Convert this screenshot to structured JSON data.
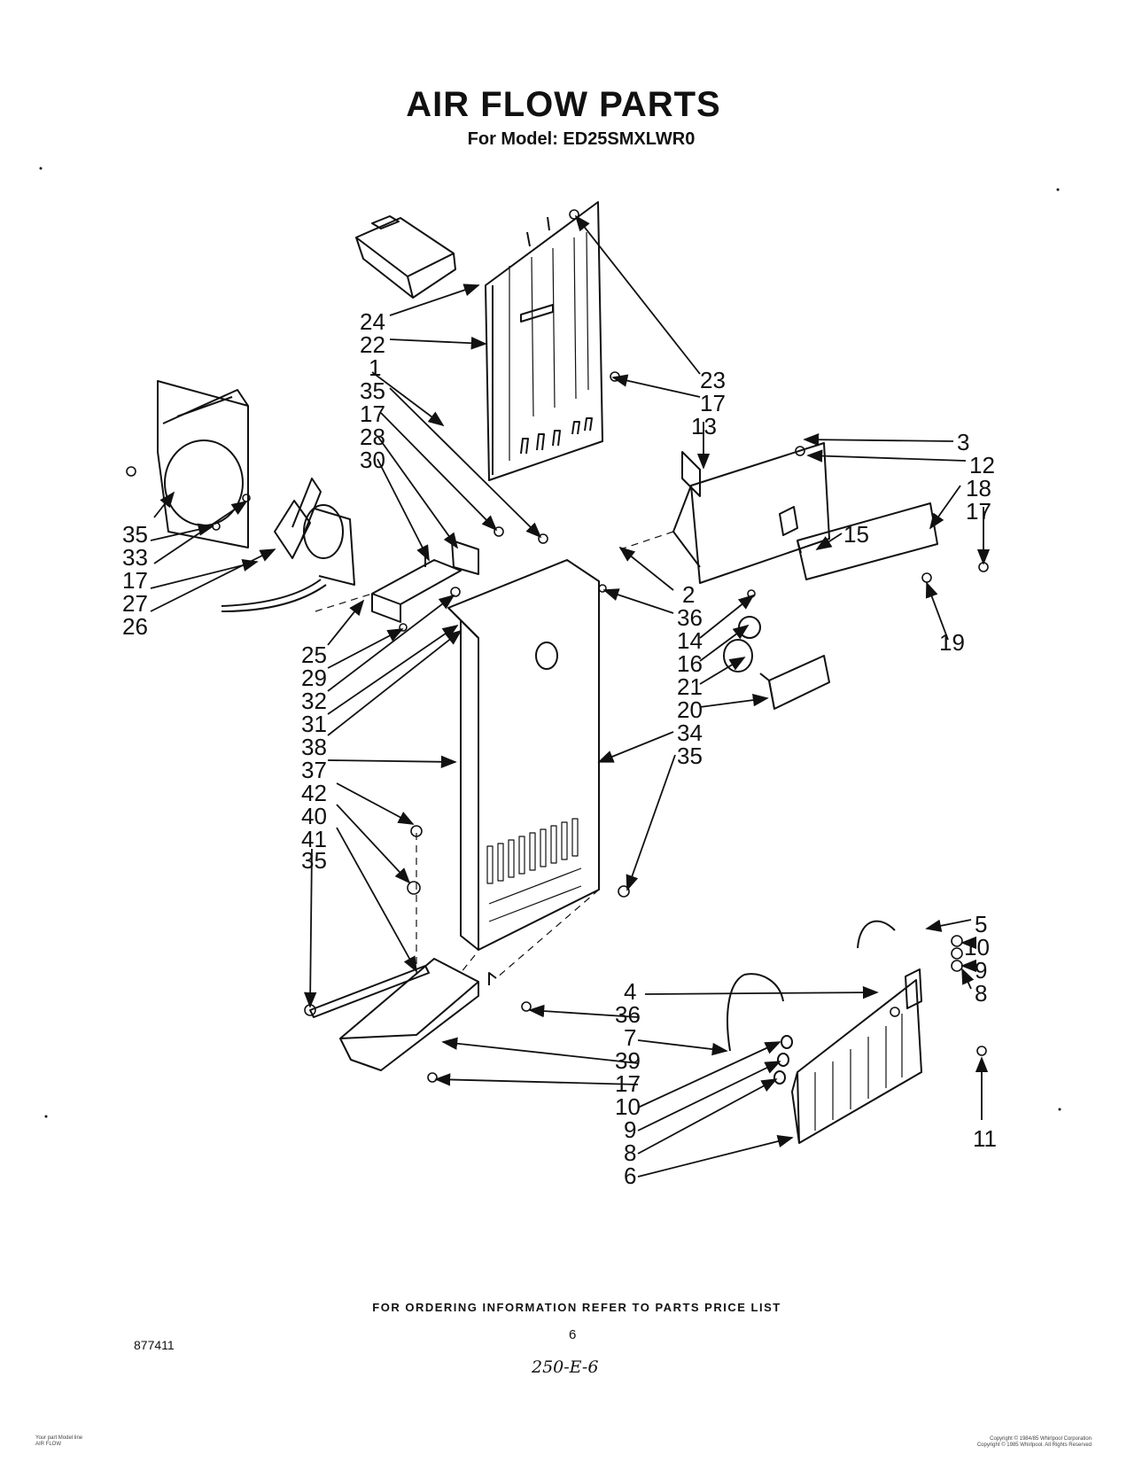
{
  "header": {
    "title": "AIR FLOW PARTS",
    "subtitle": "For Model: ED25SMXLWR0"
  },
  "callouts": {
    "c24": "24",
    "c22": "22",
    "c1": "1",
    "c35a": "35",
    "c17a": "17",
    "c28": "28",
    "c30": "30",
    "c35b": "35",
    "c33": "33",
    "c17b": "17",
    "c27": "27",
    "c26": "26",
    "c25": "25",
    "c29": "29",
    "c32": "32",
    "c31": "31",
    "c38": "38",
    "c37": "37",
    "c42": "42",
    "c40": "40",
    "c41": "41",
    "c35c": "35",
    "c23": "23",
    "c17c": "17",
    "c13": "13",
    "c3": "3",
    "c12": "12",
    "c18": "18",
    "c17d": "17",
    "c15": "15",
    "c2": "2",
    "c36a": "36",
    "c14": "14",
    "c16": "16",
    "c21": "21",
    "c20": "20",
    "c19": "19",
    "c34": "34",
    "c35d": "35",
    "c5": "5",
    "c10a": "10",
    "c9a": "9",
    "c8a": "8",
    "c4": "4",
    "c36b": "36",
    "c7": "7",
    "c39": "39",
    "c17e": "17",
    "c10b": "10",
    "c9b": "9",
    "c8b": "8",
    "c6": "6",
    "c11": "11"
  },
  "footer": {
    "ordering": "FOR ORDERING INFORMATION REFER TO PARTS PRICE LIST",
    "doc_number": "877411",
    "page": "6",
    "handwritten": "250-E-6",
    "small_left_1": "Your part Model line",
    "small_left_2": "AIR FLOW",
    "small_right_1": "Copyright © 1984/85 Whirlpool Corporation",
    "small_right_2": "Copyright © 1985 Whirlpool. All Rights Reserved"
  }
}
